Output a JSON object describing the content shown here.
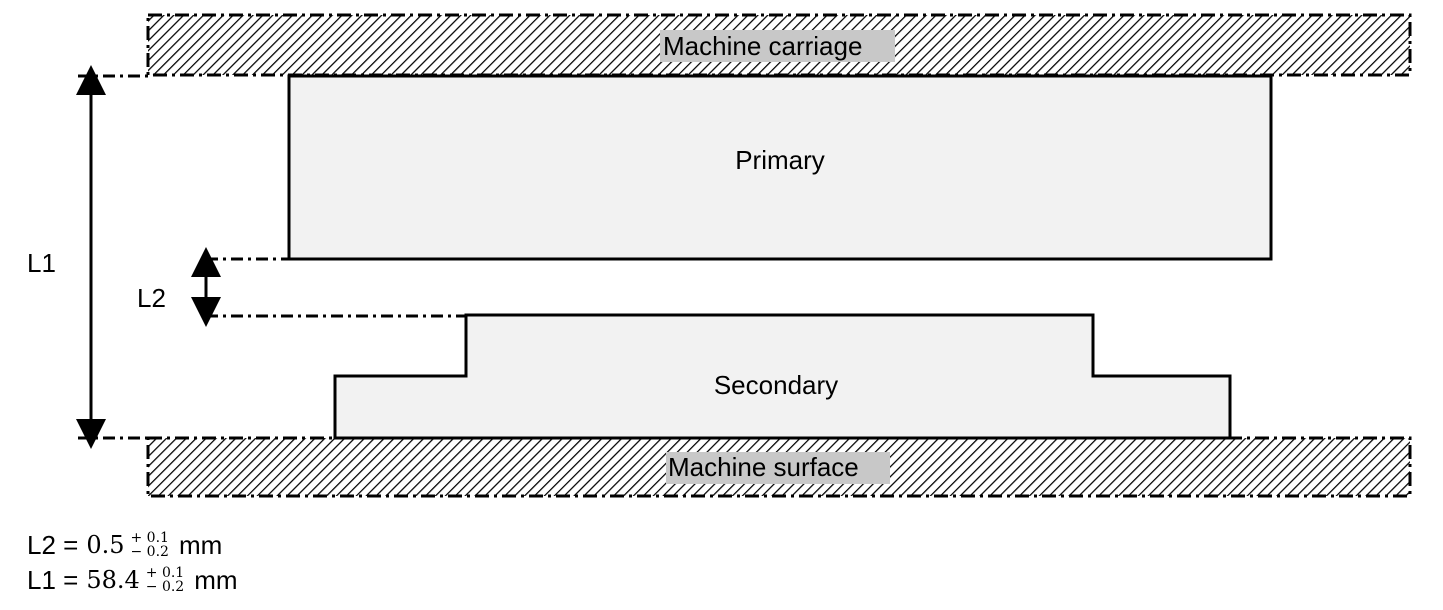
{
  "labels": {
    "carriage": "Machine carriage",
    "surface": "Machine surface",
    "primary": "Primary",
    "secondary": "Secondary",
    "l1": "L1",
    "l2": "L2"
  },
  "equations": [
    {
      "name": "L2",
      "eq": "L2 =",
      "value": "0.5",
      "plus": "+ 0.1",
      "minus": "− 0.2",
      "unit": "mm"
    },
    {
      "name": "L1",
      "eq": "L1 =",
      "value": "58.4",
      "plus": "+ 0.1",
      "minus": "− 0.2",
      "unit": "mm"
    }
  ],
  "colors": {
    "part_fill": "#f2f2f2",
    "label_bg": "#c8c8c8"
  }
}
